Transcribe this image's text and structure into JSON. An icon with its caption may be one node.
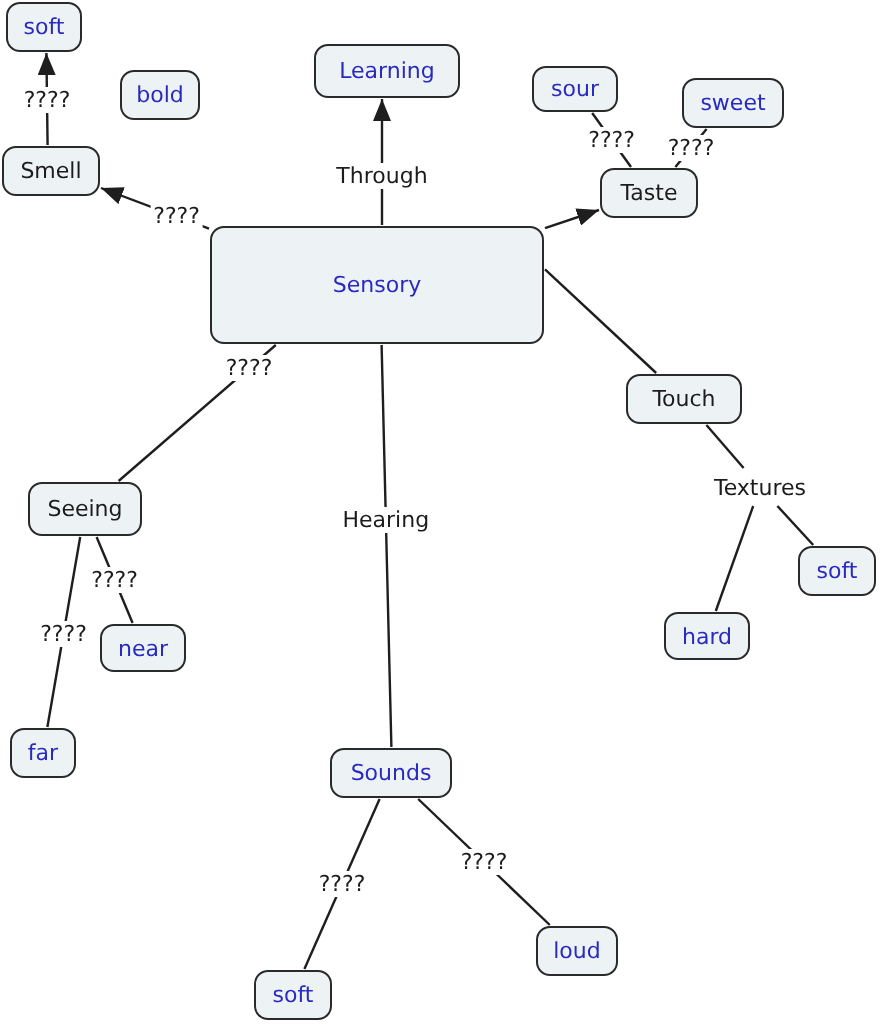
{
  "diagram": {
    "nodes": [
      {
        "text": [
          "soft"
        ]
      },
      {
        "text": [
          "Learning"
        ]
      },
      {
        "text": [
          "sour"
        ]
      },
      {
        "text": [
          "bold"
        ]
      },
      {
        "text": [
          "sweet"
        ]
      },
      {
        "text": [
          "Smell"
        ]
      },
      {
        "text": [
          "Taste"
        ]
      },
      {
        "text": [
          "Sensory"
        ]
      },
      {
        "text": [
          "Touch"
        ]
      },
      {
        "text": [
          "Textures"
        ]
      },
      {
        "text": [
          "Seeing"
        ]
      },
      {
        "text": [
          "soft"
        ]
      },
      {
        "text": [
          "hard"
        ]
      },
      {
        "text": [
          "near"
        ]
      },
      {
        "text": [
          "far"
        ]
      },
      {
        "text": [
          "Sounds"
        ]
      },
      {
        "text": [
          "loud"
        ]
      },
      {
        "text": [
          "soft"
        ]
      }
    ],
    "edges": [
      {
        "from": 7,
        "to": 1,
        "arrow": "to",
        "label": "Through"
      },
      {
        "from": 7,
        "to": 5,
        "arrow": "to",
        "label": "????"
      },
      {
        "from": 5,
        "to": 0,
        "arrow": "to",
        "label": "????"
      },
      {
        "from": 7,
        "to": 6,
        "arrow": "to"
      },
      {
        "from": 6,
        "to": 2,
        "arrow": "none",
        "label": "????"
      },
      {
        "from": 6,
        "to": 4,
        "arrow": "none",
        "label": "????"
      },
      {
        "from": 7,
        "to": 8,
        "arrow": "none"
      },
      {
        "from": 8,
        "to": 9,
        "arrow": "none"
      },
      {
        "from": 9,
        "to": 12,
        "arrow": "none"
      },
      {
        "from": 9,
        "to": 11,
        "arrow": "none"
      },
      {
        "from": 7,
        "to": 10,
        "arrow": "none",
        "label": "????"
      },
      {
        "from": 10,
        "to": 13,
        "arrow": "none",
        "label": "????"
      },
      {
        "from": 10,
        "to": 14,
        "arrow": "none",
        "label": "????"
      },
      {
        "from": 7,
        "to": 15,
        "arrow": "none",
        "label": "Hearing"
      },
      {
        "from": 15,
        "to": 17,
        "arrow": "none",
        "label": "????"
      },
      {
        "from": 15,
        "to": 16,
        "arrow": "none",
        "label": "????"
      }
    ]
  }
}
